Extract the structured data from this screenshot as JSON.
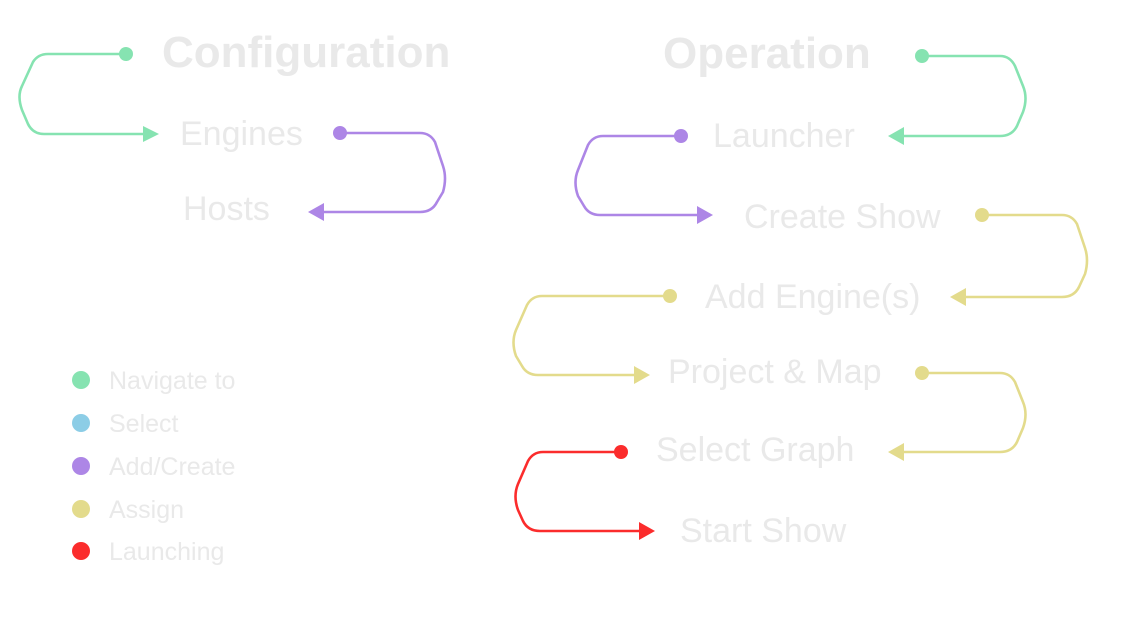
{
  "configuration": {
    "heading": "Configuration",
    "steps": [
      "Engines",
      "Hosts"
    ]
  },
  "operation": {
    "heading": "Operation",
    "steps": [
      "Launcher",
      "Create Show",
      "Add Engine(s)",
      "Project & Map",
      "Select Graph",
      "Start Show"
    ]
  },
  "legend": [
    {
      "label": "Navigate to",
      "color": "#86e3b1"
    },
    {
      "label": "Select",
      "color": "#8ccde6"
    },
    {
      "label": "Add/Create",
      "color": "#ad86e6"
    },
    {
      "label": "Assign",
      "color": "#e3db8c"
    },
    {
      "label": "Launching",
      "color": "#fb2c2c"
    }
  ],
  "connectors": [
    {
      "from": "Configuration",
      "to": "Engines",
      "type": "Navigate to",
      "color": "#86e3b1"
    },
    {
      "from": "Engines",
      "to": "Hosts",
      "type": "Add/Create",
      "color": "#ad86e6"
    },
    {
      "from": "Operation",
      "to": "Launcher",
      "type": "Navigate to",
      "color": "#86e3b1"
    },
    {
      "from": "Launcher",
      "to": "Create Show",
      "type": "Add/Create",
      "color": "#ad86e6"
    },
    {
      "from": "Create Show",
      "to": "Add Engine(s)",
      "type": "Assign",
      "color": "#e3db8c"
    },
    {
      "from": "Add Engine(s)",
      "to": "Project & Map",
      "type": "Assign",
      "color": "#e3db8c"
    },
    {
      "from": "Project & Map",
      "to": "Select Graph",
      "type": "Assign",
      "color": "#e3db8c"
    },
    {
      "from": "Select Graph",
      "to": "Start Show",
      "type": "Launching",
      "color": "#fb2c2c"
    }
  ]
}
